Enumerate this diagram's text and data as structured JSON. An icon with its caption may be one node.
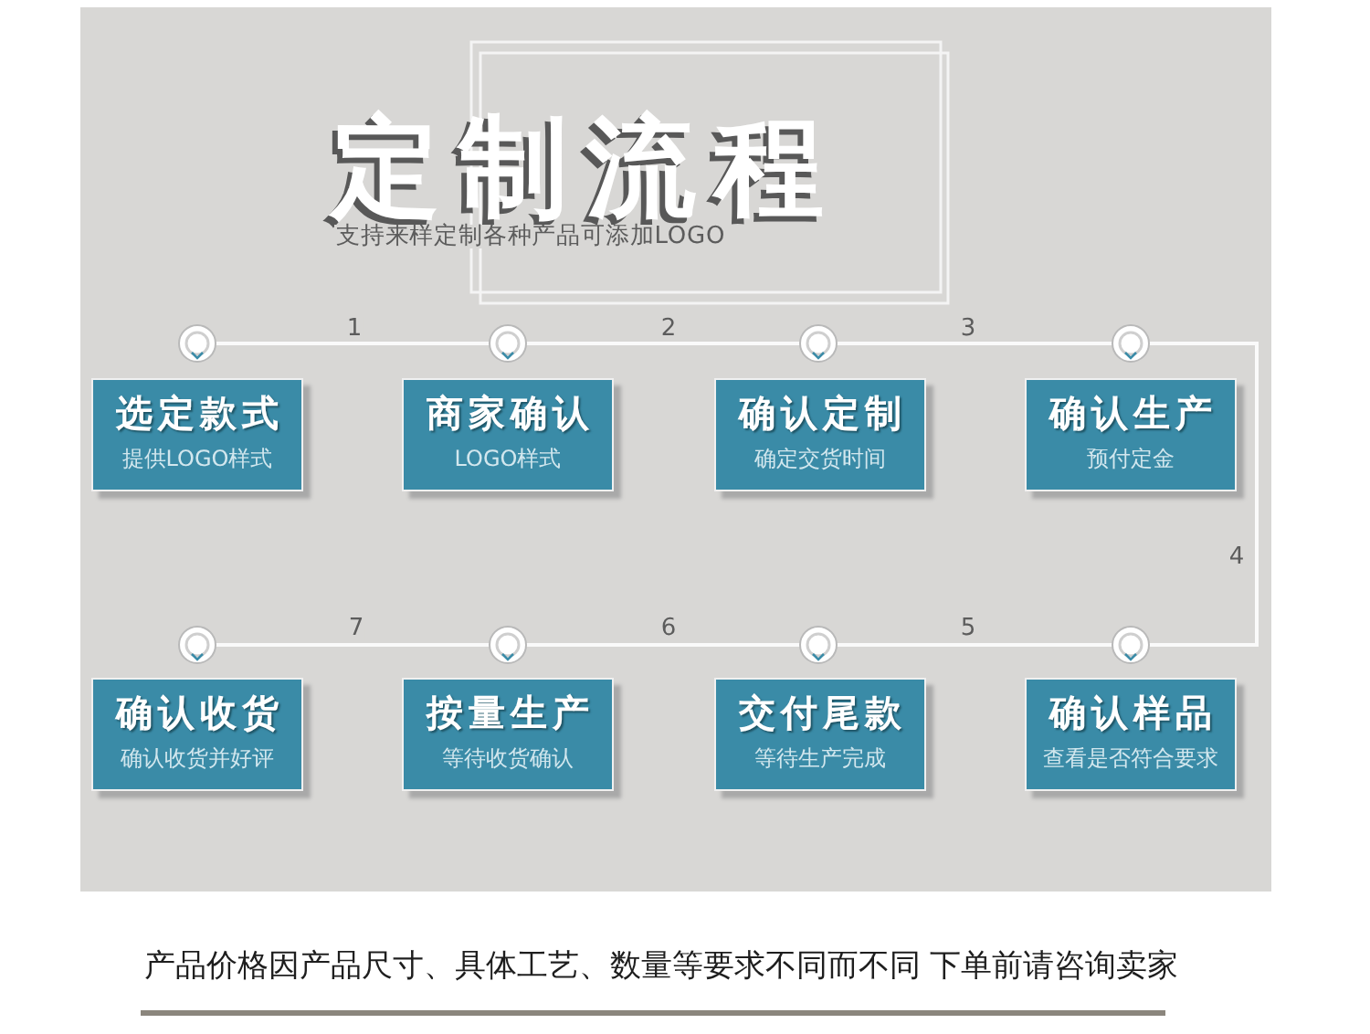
{
  "diagram": {
    "title": "定制流程",
    "caption": "产品价格因产品尺寸、具体工艺、数量等要求不同而不同 下单前请咨询卖家",
    "nodes": [
      {
        "text": [],
        "shape": "circle"
      },
      {
        "text": [],
        "shape": "circle"
      },
      {
        "text": [],
        "shape": "circle"
      },
      {
        "text": [],
        "shape": "circle"
      },
      {
        "text": [
          "选定款式",
          "提供LOGO样式"
        ]
      },
      {
        "text": [
          "商家确认",
          "LOGO样式"
        ]
      },
      {
        "text": [
          "确认定制",
          "确定交货时间"
        ]
      },
      {
        "text": [
          "确认生产",
          "预付定金"
        ]
      },
      {
        "text": [],
        "shape": "circle"
      },
      {
        "text": [],
        "shape": "circle"
      },
      {
        "text": [],
        "shape": "circle"
      },
      {
        "text": [],
        "shape": "circle"
      },
      {
        "text": [
          "确认收货",
          "确认收货并好评"
        ]
      },
      {
        "text": [
          "按量生产",
          "等待收货确认"
        ]
      },
      {
        "text": [
          "交付尾款",
          "等待生产完成"
        ]
      },
      {
        "text": [
          "确认样品",
          "查看是否符合要求"
        ]
      }
    ],
    "edges": [
      {
        "from": 0,
        "to": 1,
        "arrow": "none",
        "label": "1"
      },
      {
        "from": 1,
        "to": 2,
        "arrow": "none",
        "label": "2"
      },
      {
        "from": 2,
        "to": 3,
        "arrow": "none",
        "label": "3"
      },
      {
        "from": 3,
        "to": 11,
        "arrow": "none",
        "label": "4"
      },
      {
        "from": 11,
        "to": 10,
        "arrow": "none",
        "label": "5"
      },
      {
        "from": 10,
        "to": 9,
        "arrow": "none",
        "label": "6"
      },
      {
        "from": 9,
        "to": 8,
        "arrow": "none",
        "label": "7"
      }
    ],
    "labels": [
      "支持来样定制各种产品可添加LOGO"
    ]
  }
}
